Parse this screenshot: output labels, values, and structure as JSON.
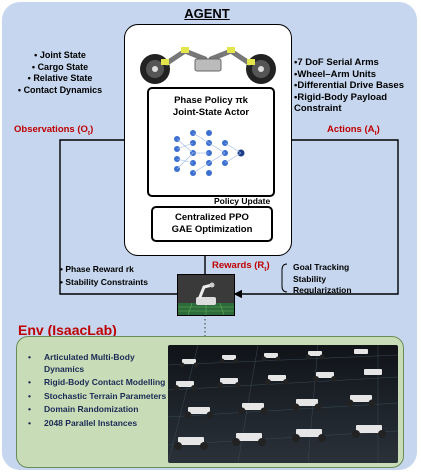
{
  "agent": {
    "title": "AGENT",
    "policy": {
      "line1": "Phase Policy πk",
      "line2": "Joint-State Actor"
    },
    "policy_update": "Policy Update",
    "ppo": {
      "line1": "Centralized PPO",
      "line2": "GAE Optimization"
    }
  },
  "observations": {
    "items": [
      "Joint State",
      "Cargo State",
      "Relative State",
      "Contact Dynamics"
    ],
    "label": "Observations (O",
    "sub": "t",
    "close": ")"
  },
  "actions": {
    "items": [
      "7 DoF Serial Arms",
      "Wheel–Arm Units",
      "Differential Drive Bases",
      "Rigid-Body Payload Constraint"
    ],
    "label": "Actions (A",
    "sub": "t",
    "close": ")"
  },
  "rewards": {
    "label": "Rewards (R",
    "sub": "t",
    "close": ")",
    "left_items": [
      "Phase Reward rk",
      "Stability Constraints"
    ],
    "right_items": [
      "Goal Tracking",
      "Stability",
      "Regularization"
    ]
  },
  "env": {
    "title": "Env (IsaacLab)",
    "items": [
      "Articulated Multi-Body Dynamics",
      "Rigid-Body Contact Modelling",
      "Stochastic Terrain Parameters",
      "Domain Randomization",
      "2048 Parallel Instances"
    ]
  }
}
